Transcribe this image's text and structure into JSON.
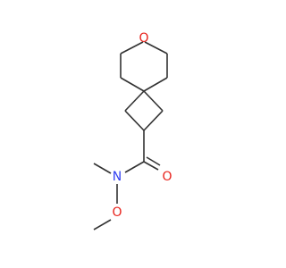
{
  "molecule": {
    "atoms": [
      {
        "id": "O1",
        "label": "O",
        "color": "#e8221b"
      },
      {
        "id": "O2",
        "label": "O",
        "color": "#e8221b"
      },
      {
        "id": "N1",
        "label": "N",
        "color": "#2f3df2"
      },
      {
        "id": "O3",
        "label": "O",
        "color": "#e8221b"
      }
    ],
    "colors": {
      "bond": "#323232",
      "oxygen": "#e8221b",
      "nitrogen": "#2f3df2",
      "background": "#ffffff"
    }
  }
}
